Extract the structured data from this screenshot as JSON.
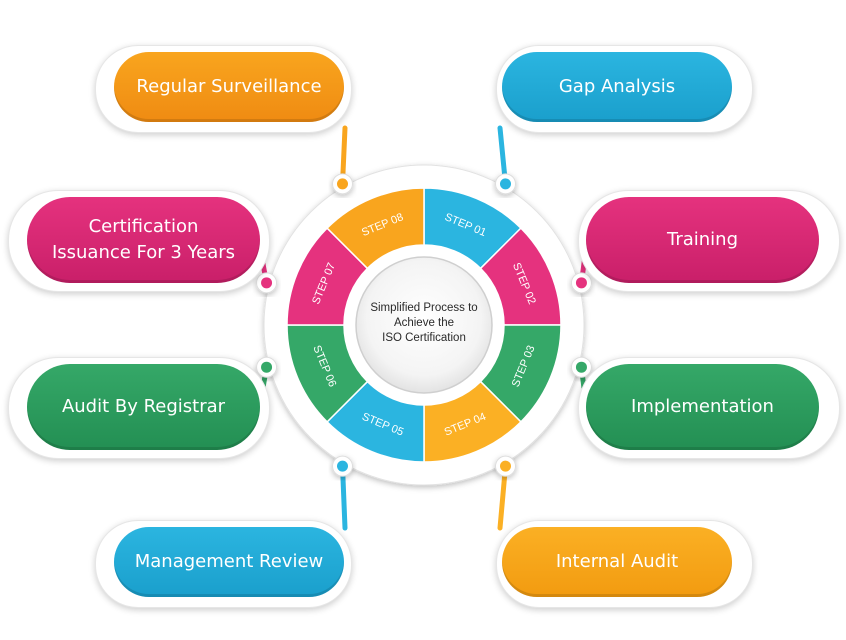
{
  "center_text": [
    "Simplified Process to",
    "Achieve the",
    "ISO Certification"
  ],
  "steps": [
    {
      "label": "STEP 01",
      "text": "Gap Analysis",
      "color": "#2bb5e0",
      "dark": "#1a9fcc"
    },
    {
      "label": "STEP 02",
      "text": "Training",
      "color": "#e5327e",
      "dark": "#c91f69"
    },
    {
      "label": "STEP 03",
      "text": "Implementation",
      "color": "#35a868",
      "dark": "#238f53"
    },
    {
      "label": "STEP 04",
      "text": "Internal Audit",
      "color": "#fbb024",
      "dark": "#f29b10"
    },
    {
      "label": "STEP 05",
      "text": "Management Review",
      "color": "#2bb5e0",
      "dark": "#1a9fcc"
    },
    {
      "label": "STEP 06",
      "text": "Audit By Registrar",
      "color": "#35a868",
      "dark": "#238f53"
    },
    {
      "label": "STEP 07",
      "text": "Certification\nIssuance For 3 Years",
      "color": "#e5327e",
      "dark": "#c91f69"
    },
    {
      "label": "STEP 08",
      "text": "Regular Surveillance",
      "color": "#f9a51e",
      "dark": "#ef8b12"
    }
  ]
}
